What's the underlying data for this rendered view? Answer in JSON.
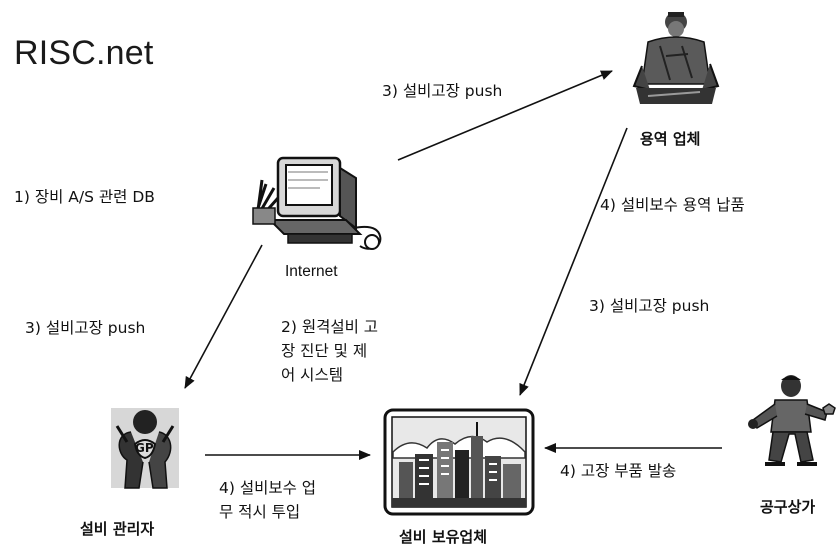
{
  "title": "RISC.net",
  "nodes": {
    "internet": "Internet",
    "service_company": "용역 업체",
    "facility_manager": "설비 관리자",
    "facility_owner": "설비 보유업체",
    "tool_store": "공구상가"
  },
  "edge_labels": {
    "as_db": "1) 장비 A/S 관련 DB",
    "push_to_service": "3) 설비고장 push",
    "maintenance_delivery": "4) 설비보수 용역 납품",
    "push_to_owner": "3) 설비고장 push",
    "push_to_manager": "3) 설비고장 push",
    "remote_diag_line1": "2) 원격설비 고",
    "remote_diag_line2": "장 진단 및 제",
    "remote_diag_line3": "어 시스템",
    "parts_shipping": "4) 고장 부품 발송",
    "maint_input_line1": "4) 설비보수 업",
    "maint_input_line2": "무 적시 투입"
  },
  "icons": {
    "computer": "computer-icon",
    "worker": "worker-icon",
    "manager": "manager-icon",
    "city": "city-icon",
    "tool_worker": "tool-worker-icon"
  }
}
